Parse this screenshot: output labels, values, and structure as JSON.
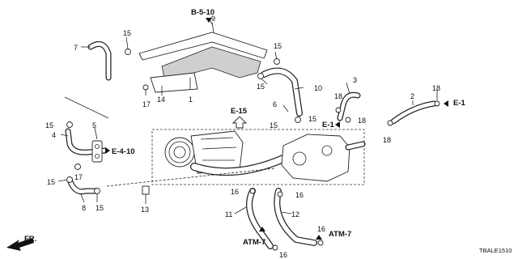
{
  "references": {
    "b510": "B-5-10",
    "e15": "E-15",
    "e1_left": "E-1",
    "e1_right": "E-1",
    "e410": "E-4-10",
    "atm7_left": "ATM-7",
    "atm7_right": "ATM-7",
    "fr": "FR."
  },
  "diagram_code": "TBALE1510",
  "callouts": [
    "1",
    "2",
    "3",
    "4",
    "5",
    "6",
    "7",
    "8",
    "9",
    "10",
    "11",
    "12",
    "13",
    "14",
    "15",
    "15",
    "15",
    "15",
    "15",
    "15",
    "15",
    "15",
    "16",
    "16",
    "16",
    "16",
    "17",
    "17",
    "18",
    "18",
    "18",
    "18"
  ],
  "colors": {
    "line": "#222222",
    "background": "#ffffff"
  },
  "icons": [
    "forward-arrow-icon",
    "up-arrow-icon"
  ]
}
